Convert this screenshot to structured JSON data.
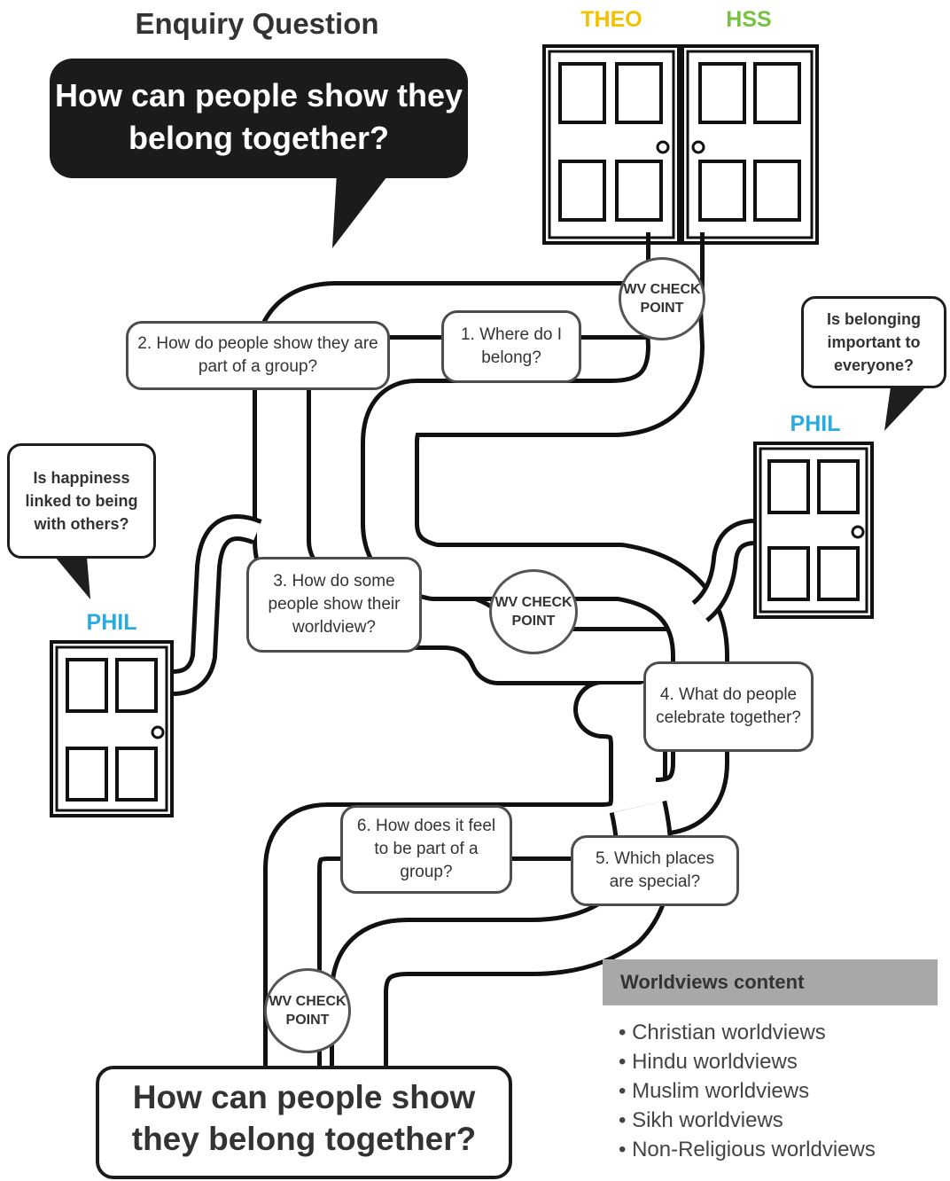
{
  "enquiry_heading": "Enquiry Question",
  "enquiry_question": "How can people show they belong together?",
  "labels": {
    "theo": "THEO",
    "hss": "HSS",
    "phil": "PHIL"
  },
  "label_colors": {
    "theo": "#f2c200",
    "hss": "#7ac143",
    "phil": "#29abe2"
  },
  "checkpoint_text": "WV CHECK POINT",
  "questions": [
    "1. Where do I belong?",
    "2. How do people show they are part of a group?",
    "3. How do some people show their worldview?",
    "4. What do people celebrate together?",
    "5. Which places are special?",
    "6. How does it feel to be part of a group?"
  ],
  "thought_bubbles": {
    "happiness": "Is happiness linked to being with others?",
    "belonging": "Is belonging important to everyone?"
  },
  "final_question": "How can people show they belong together?",
  "worldviews": {
    "title": "Worldviews content",
    "items": [
      "Christian worldviews",
      "Hindu worldviews",
      "Muslim worldviews",
      "Sikh worldviews",
      "Non-Religious worldviews"
    ]
  }
}
